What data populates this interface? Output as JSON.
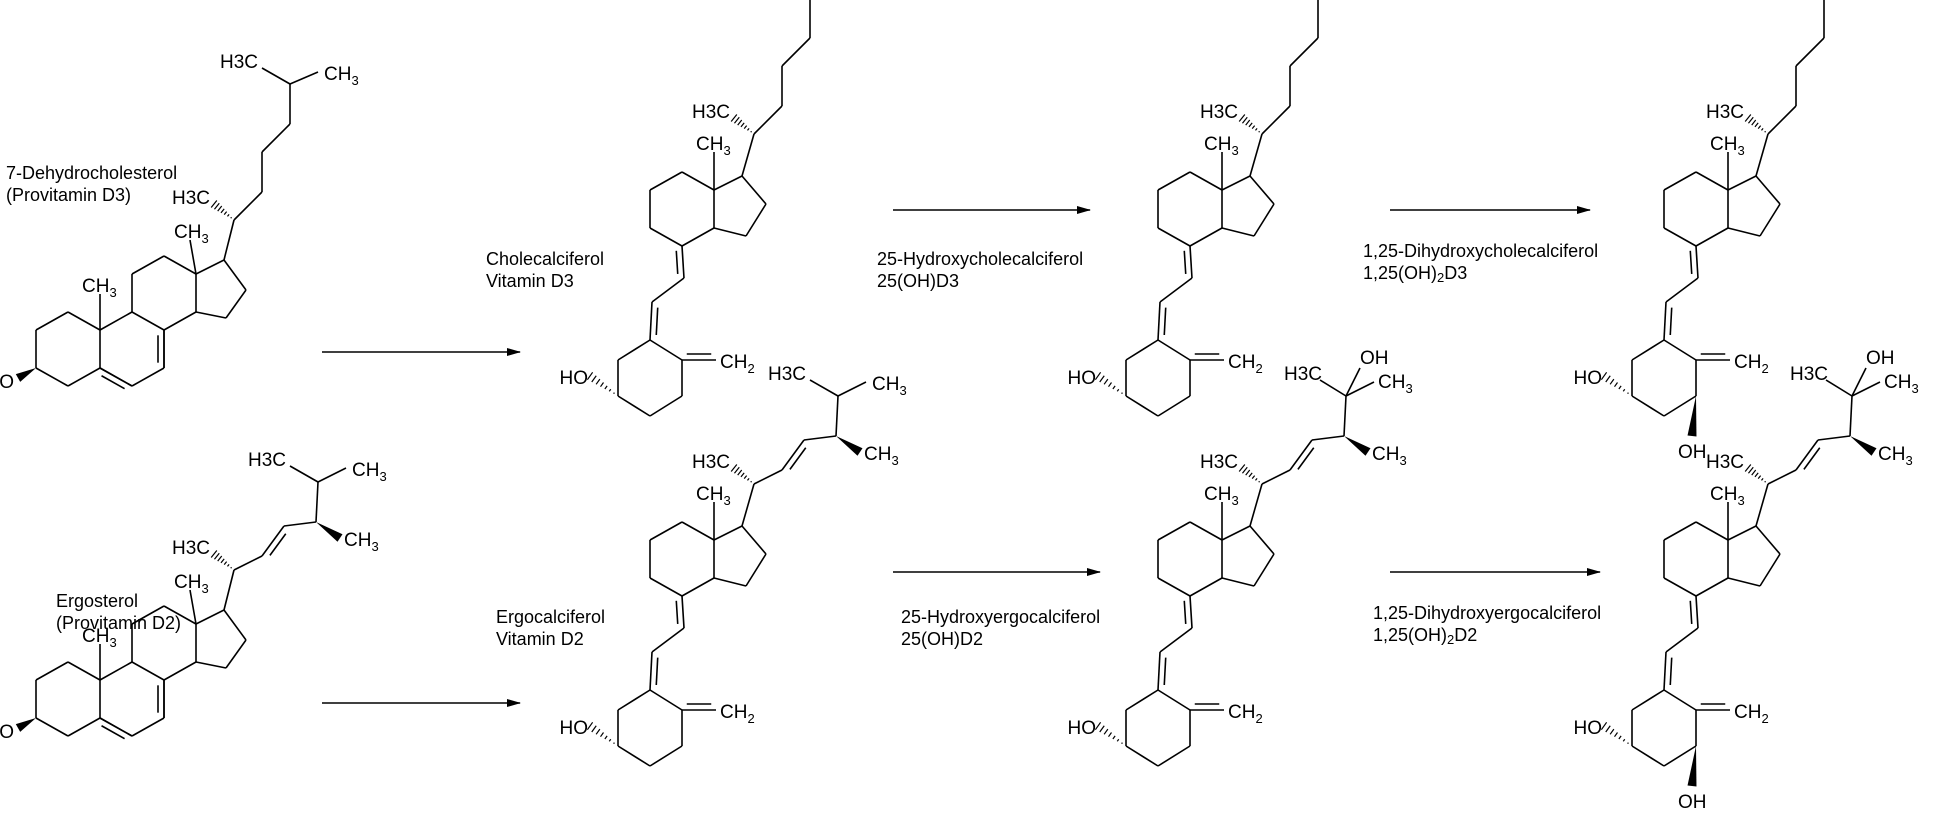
{
  "compounds": {
    "provitamin_d3": {
      "name": "7-Dehydrocholesterol",
      "alias": "(Provitamin D3)"
    },
    "vitamin_d3": {
      "name": "Cholecalciferol",
      "alias": "Vitamin D3"
    },
    "calcidiol_d3": {
      "name": "25-Hydroxycholecalciferol",
      "alias": "25(OH)D3"
    },
    "calcitriol_d3": {
      "name": "1,25-Dihydroxycholecalciferol",
      "alias_prefix": "1,25(OH)",
      "alias_sub": "2",
      "alias_suffix": "D3"
    },
    "provitamin_d2": {
      "name": "Ergosterol",
      "alias": "(Provitamin D2)"
    },
    "vitamin_d2": {
      "name": "Ergocalciferol",
      "alias": "Vitamin D2"
    },
    "calcidiol_d2": {
      "name": "25-Hydroxyergocalciferol",
      "alias": "25(OH)D2"
    },
    "calcitriol_d2": {
      "name": "1,25-Dihydroxyergocalciferol",
      "alias_prefix": "1,25(OH)",
      "alias_sub": "2",
      "alias_suffix": "D2"
    }
  },
  "atoms": {
    "h3c": "H3C",
    "ch3": "CH3",
    "ch2": "=CH2",
    "ho": "HO",
    "oh": "OH"
  }
}
